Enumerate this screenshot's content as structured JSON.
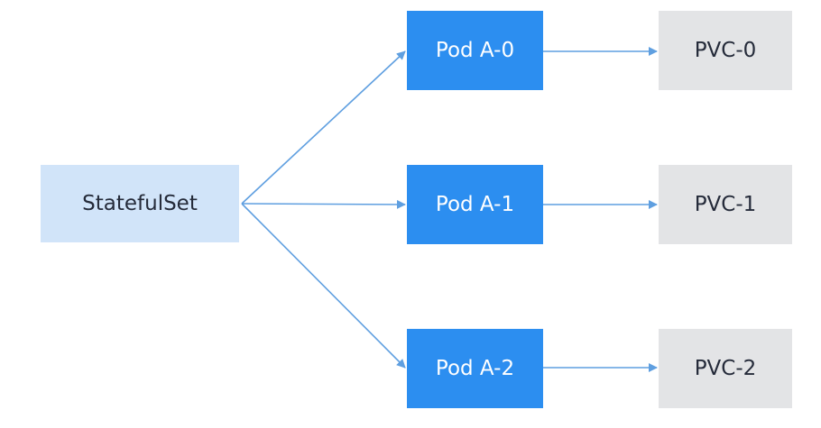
{
  "colors": {
    "statefulset_fill": "#d1e4f9",
    "statefulset_text": "#252b3a",
    "pod_fill": "#2c8ef0",
    "pod_text": "#ffffff",
    "pvc_fill": "#e3e4e6",
    "pvc_text": "#252b3a",
    "connector": "#5f9fe0"
  },
  "nodes": {
    "statefulset": {
      "label": "StatefulSet"
    },
    "pods": [
      {
        "label": "Pod A-0"
      },
      {
        "label": "Pod A-1"
      },
      {
        "label": "Pod A-2"
      }
    ],
    "pvcs": [
      {
        "label": "PVC-0"
      },
      {
        "label": "PVC-1"
      },
      {
        "label": "PVC-2"
      }
    ]
  },
  "edges": [
    {
      "from": "statefulset",
      "to": "pods.0"
    },
    {
      "from": "statefulset",
      "to": "pods.1"
    },
    {
      "from": "statefulset",
      "to": "pods.2"
    },
    {
      "from": "pods.0",
      "to": "pvcs.0"
    },
    {
      "from": "pods.1",
      "to": "pvcs.1"
    },
    {
      "from": "pods.2",
      "to": "pvcs.2"
    }
  ]
}
